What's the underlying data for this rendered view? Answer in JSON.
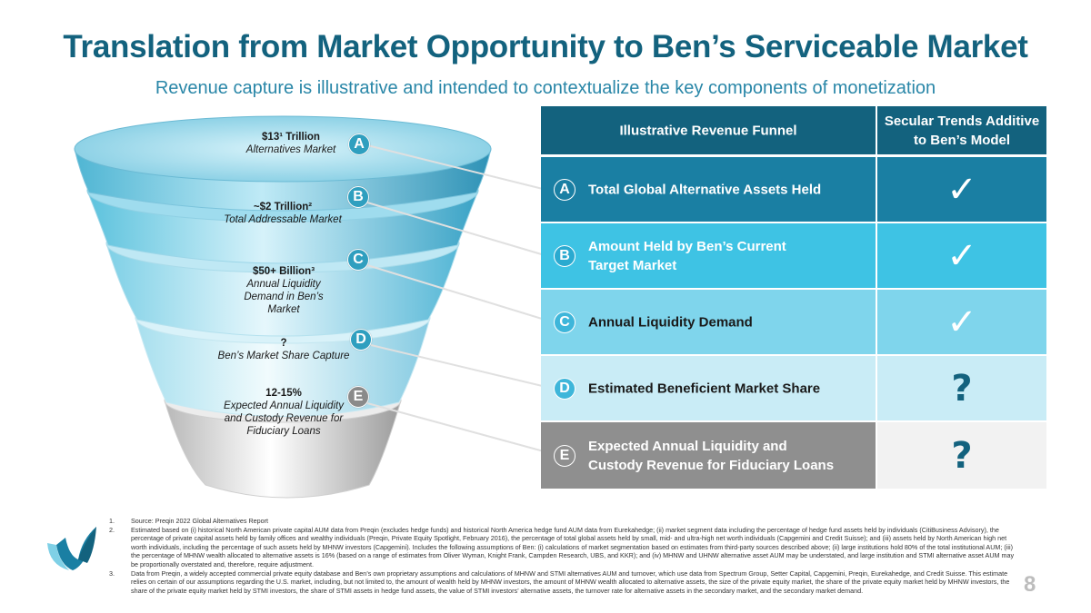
{
  "title": "Translation from Market Opportunity to Ben’s Serviceable Market",
  "subtitle": "Revenue capture is illustrative and intended to contextualize the key components of monetization",
  "funnel": [
    {
      "letter": "A",
      "value": "$13¹ Trillion",
      "desc": "Alternatives Market"
    },
    {
      "letter": "B",
      "value": "~$2 Trillion²",
      "desc": "Total Addressable Market"
    },
    {
      "letter": "C",
      "value": "$50+ Billion³",
      "desc": "Annual Liquidity Demand in Ben’s Market"
    },
    {
      "letter": "D",
      "value": "?",
      "desc": "Ben’s Market Share Capture"
    },
    {
      "letter": "E",
      "value": "12-15%",
      "desc": "Expected Annual Liquidity and Custody Revenue for Fiduciary Loans"
    }
  ],
  "table": {
    "header_col1": "Illustrative Revenue Funnel",
    "header_col2": "Secular Trends Additive to Ben’s Model",
    "rows": [
      {
        "letter": "A",
        "label": "Total Global Alternative Assets Held",
        "mark": "✓",
        "color": "#1a7fa3"
      },
      {
        "letter": "B",
        "label": "Amount Held by Ben’s Current Target Market",
        "mark": "✓",
        "color": "#3ec3e4"
      },
      {
        "letter": "C",
        "label": "Annual Liquidity Demand",
        "mark": "✓",
        "color": "#7fd5ec"
      },
      {
        "letter": "D",
        "label": "Estimated Beneficient Market Share",
        "mark": "?",
        "color": "#c9ecf6"
      },
      {
        "letter": "E",
        "label": "Expected Annual Liquidity and Custody Revenue for Fiduciary Loans",
        "mark": "?",
        "color": "#8f8f8f"
      }
    ]
  },
  "footnotes": [
    {
      "num": "1.",
      "text": "Source: Preqin 2022 Global Alternatives Report"
    },
    {
      "num": "2.",
      "text": "Estimated based on (i) historical North American private capital AUM data from Preqin (excludes hedge funds) and historical North America hedge fund AUM data from Eurekahedge; (ii) market segment data including the percentage of hedge fund assets held by individuals (CitiBusiness Advisory), the percentage of private capital assets held by family offices and wealthy individuals (Preqin, Private Equity Spotlight, February 2016), the percentage of total global assets held by small, mid- and ultra-high net worth individuals (Capgemini and Credit Suisse); and (iii) assets held by North American high net worth individuals, including the percentage of such assets held by MHNW investors (Capgemini). Includes the following assumptions of Ben: (i) calculations of market segmentation based on estimates from third-party sources described above; (ii) large institutions hold 80% of the total institutional AUM; (iii) the percentage of MHNW wealth allocated to alternative assets is 16% (based on a range of estimates from Oliver Wyman, Knight Frank, Campden Research, UBS, and KKR); and (iv) MHNW and UHNW alternative asset AUM may be understated, and large institution and STMI alternative asset AUM may be proportionally overstated and, therefore, require adjustment."
    },
    {
      "num": "3.",
      "text": "Data from Preqin, a widely accepted commercial private equity database and Ben’s own proprietary assumptions and calculations of MHNW and STMI alternatives AUM and turnover, which use data from Spectrum Group, Setter Capital, Capgemini, Preqin, Eurekahedge, and Credit Suisse. This estimate relies on certain of our assumptions regarding the U.S. market, including, but not limited to, the amount of wealth held by MHNW investors, the amount of MHNW wealth allocated to alternative assets, the size of the private equity market, the share of the private equity market held by MHNW investors, the share of the private equity market held by STMI investors, the share of STMI assets in hedge fund assets, the value of STMI investors’ alternative assets, the turnover rate for alternative assets in the secondary market, and the secondary market demand."
    }
  ],
  "page_number": "8",
  "logo": "beneficient-logo-icon"
}
